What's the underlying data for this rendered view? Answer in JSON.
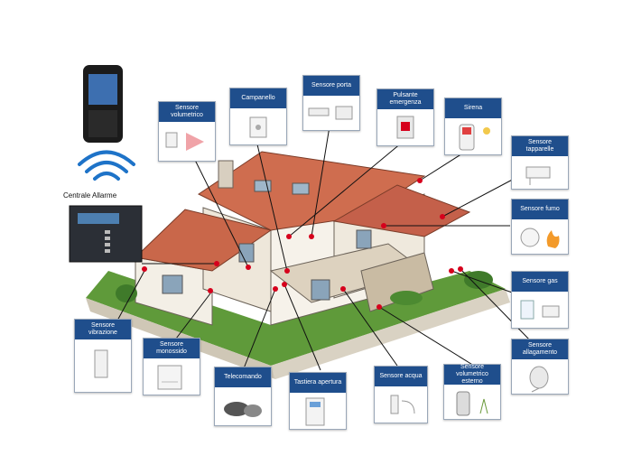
{
  "central": {
    "label": "Centrale Allarme"
  },
  "colors": {
    "header_blue": "#1f4e8c",
    "sensor_dot": "#d6001c",
    "roof": "#c9674a",
    "wifi": "#1e73c8"
  },
  "callouts": {
    "sensore_volumetrico": "Sensore volumetrico",
    "campanello": "Campanello",
    "sensore_porta": "Sensore porta",
    "pulsante_emergenza": "Pulsante emergenza",
    "sirena": "Sirena",
    "sensore_tapparelle": "Sensore tapparelle",
    "sensore_fumo": "Sensore fumo",
    "sensore_gas": "Sensore gas",
    "sensore_allagamento": "Sensore allagamento",
    "sensore_volumetrico_esterno": "Sensore volumetrico esterno",
    "sensore_acqua": "Sensore acqua",
    "tastiera_apertura": "Tastiera apertura",
    "telecomando": "Telecomando",
    "sensore_monossido": "Sensore monossido",
    "sensore_vibrazione": "Sensore vibrazione"
  },
  "icons": [
    "smartphone-icon",
    "wifi-icon",
    "alarm-panel-icon",
    "house-illustration"
  ]
}
